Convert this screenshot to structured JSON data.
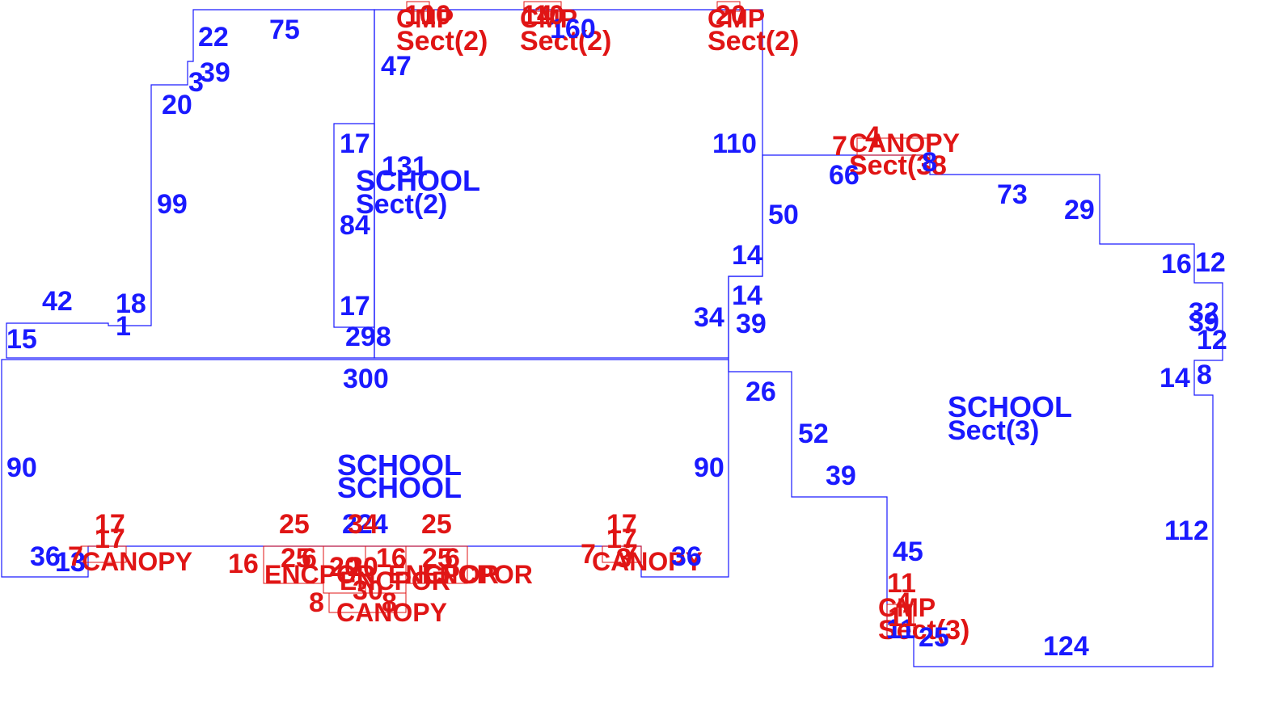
{
  "colors": {
    "main_area": "#1a1aff",
    "sub_area": "#e01515",
    "background": "#ffffff"
  },
  "areas": [
    {
      "label": "SCHOOL",
      "section": "Sect(2)",
      "color": "main_area"
    },
    {
      "label": "SCHOOL",
      "section": "",
      "color": "main_area"
    },
    {
      "label": "SCHOOL",
      "section": "",
      "color": "main_area"
    },
    {
      "label": "SCHOOL",
      "section": "Sect(3)",
      "color": "main_area"
    },
    {
      "label": "CMP",
      "section": "Sect(2)",
      "color": "sub_area"
    },
    {
      "label": "CMP",
      "section": "Sect(2)",
      "color": "sub_area"
    },
    {
      "label": "CMP",
      "section": "Sect(2)",
      "color": "sub_area"
    },
    {
      "label": "CANOPY",
      "section": "Sect(38",
      "color": "sub_area"
    },
    {
      "label": "CMP",
      "section": "Sect(3)",
      "color": "sub_area"
    },
    {
      "label": "CANOPY",
      "section": "",
      "color": "sub_area"
    },
    {
      "label": "CANOPY",
      "section": "",
      "color": "sub_area"
    },
    {
      "label": "CANOPY",
      "section": "",
      "color": "sub_area"
    },
    {
      "label": "ENCPOR",
      "section": "",
      "color": "sub_area"
    },
    {
      "label": "ENCPOR",
      "section": "",
      "color": "sub_area"
    },
    {
      "label": "ENCPOR",
      "section": "",
      "color": "sub_area"
    },
    {
      "label": "ENCPOR",
      "section": "",
      "color": "sub_area"
    }
  ],
  "dimensions_main": [
    "22",
    "75",
    "47",
    "160",
    "39",
    "3",
    "20",
    "17",
    "131",
    "84",
    "99",
    "110",
    "66",
    "8",
    "73",
    "29",
    "50",
    "14",
    "14",
    "39",
    "16",
    "12",
    "42",
    "18",
    "1",
    "17",
    "15",
    "298",
    "34",
    "39",
    "32",
    "12",
    "300",
    "14",
    "8",
    "26",
    "52",
    "90",
    "90",
    "39",
    "112",
    "224",
    "45",
    "36",
    "13",
    "36",
    "11",
    "25",
    "124"
  ],
  "dimensions_sub": [
    "10",
    "10",
    "14",
    "10",
    "20",
    "7",
    "4",
    "17",
    "17",
    "7",
    "25",
    "34",
    "25",
    "17",
    "17",
    "7",
    "7",
    "16",
    "25",
    "6",
    "20",
    "20",
    "16",
    "25",
    "6",
    "3",
    "8",
    "30",
    "8",
    "11",
    "11",
    "4"
  ]
}
